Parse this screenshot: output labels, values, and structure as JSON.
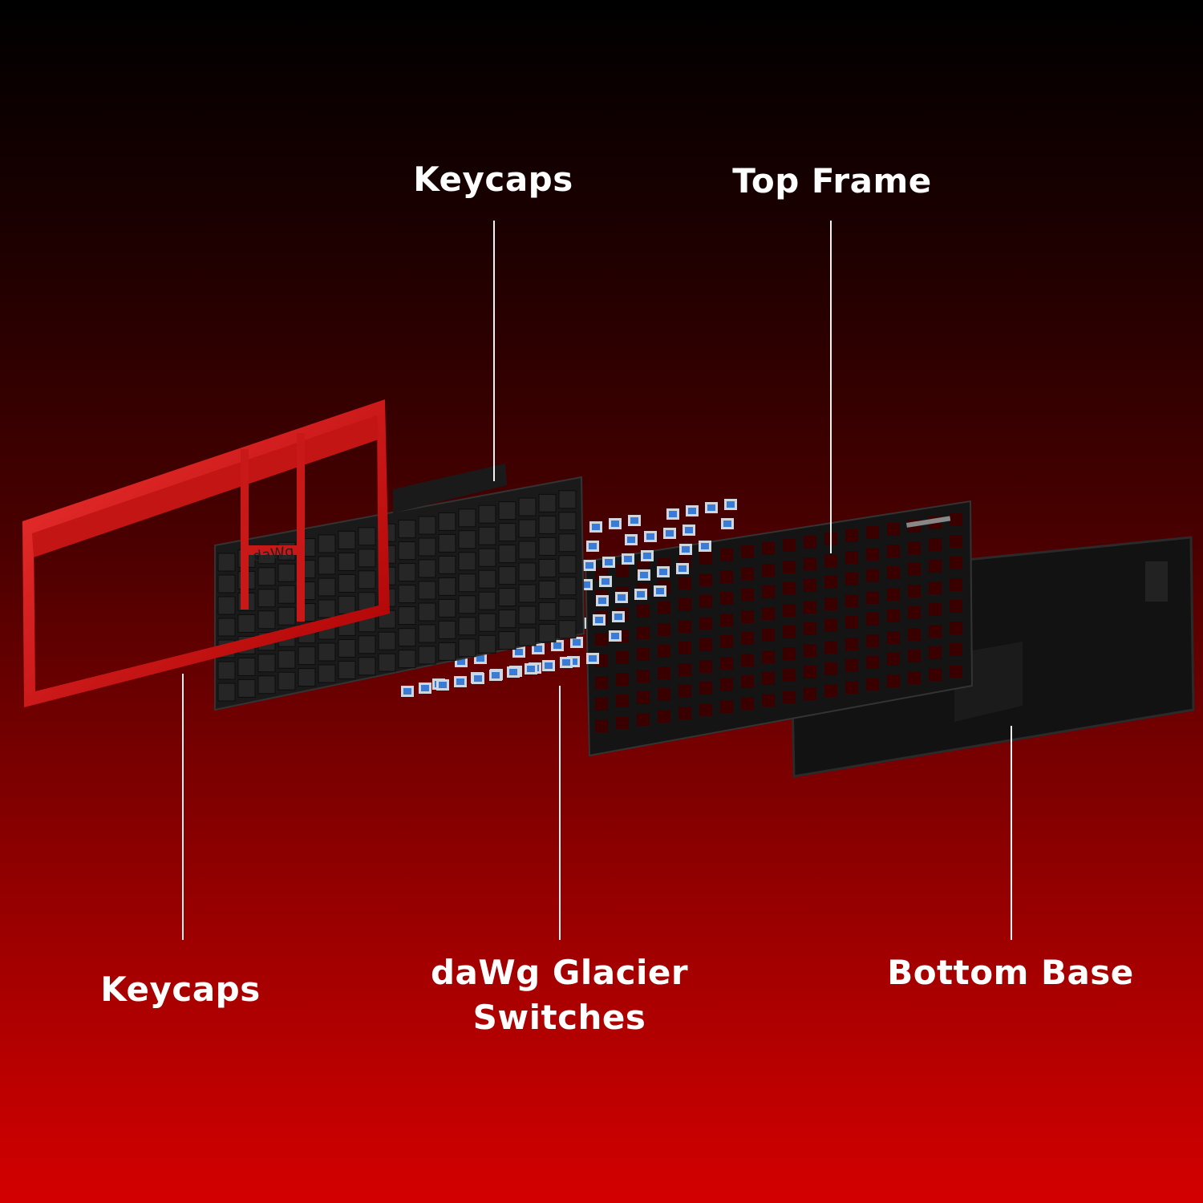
{
  "labels": {
    "keycaps_top": "Keycaps",
    "top_frame": "Top Frame",
    "keycaps_bottom": "Keycaps",
    "switches_line1": "daWg Glacier",
    "switches_line2": "Switches",
    "bottom_base": "Bottom Base"
  },
  "brand_logo": "daWg",
  "colors": {
    "frame_red": "#d01a1a",
    "keycap_black": "#1c1c1c",
    "switch_blue": "#3a7bd5",
    "plate_black": "#151515"
  }
}
